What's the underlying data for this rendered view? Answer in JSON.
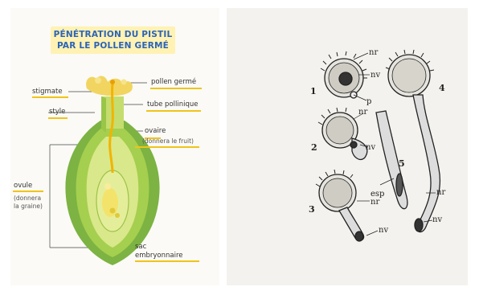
{
  "left_figure": {
    "title_line1": "PÉNÉTRATION DU PISTIL",
    "title_line2": "PAR LE POLLEN GERMÉ",
    "labels": {
      "stigmate": "stigmate",
      "style": "style",
      "pollen_germe": "pollen germé",
      "tube_pollinique": "tube pollinique",
      "ovaire": "ovaire",
      "ovaire_note": "(donnera le fruit)",
      "ovule": "ovule",
      "ovule_note_1": "(donnera",
      "ovule_note_2": "la graine)",
      "sac": "sac",
      "embryonnaire": "embryonnaire"
    },
    "colors": {
      "title": "#2b63b7",
      "title_bg": "#fff2b3",
      "underline": "#f0c419",
      "pistil_green": "#7cb342",
      "pistil_light": "#d9e88a"
    }
  },
  "right_figure": {
    "stage_numbers": [
      "1",
      "2",
      "3",
      "4",
      "5"
    ],
    "labels": {
      "nr_1": "nr",
      "nv_1": "nv",
      "p": "p",
      "nr_2": "nr",
      "nv_2": "nv",
      "esp": "esp",
      "nr_3": "nr",
      "nv_3": "nv",
      "nr_4": "nr",
      "nv_4": "nv"
    }
  }
}
